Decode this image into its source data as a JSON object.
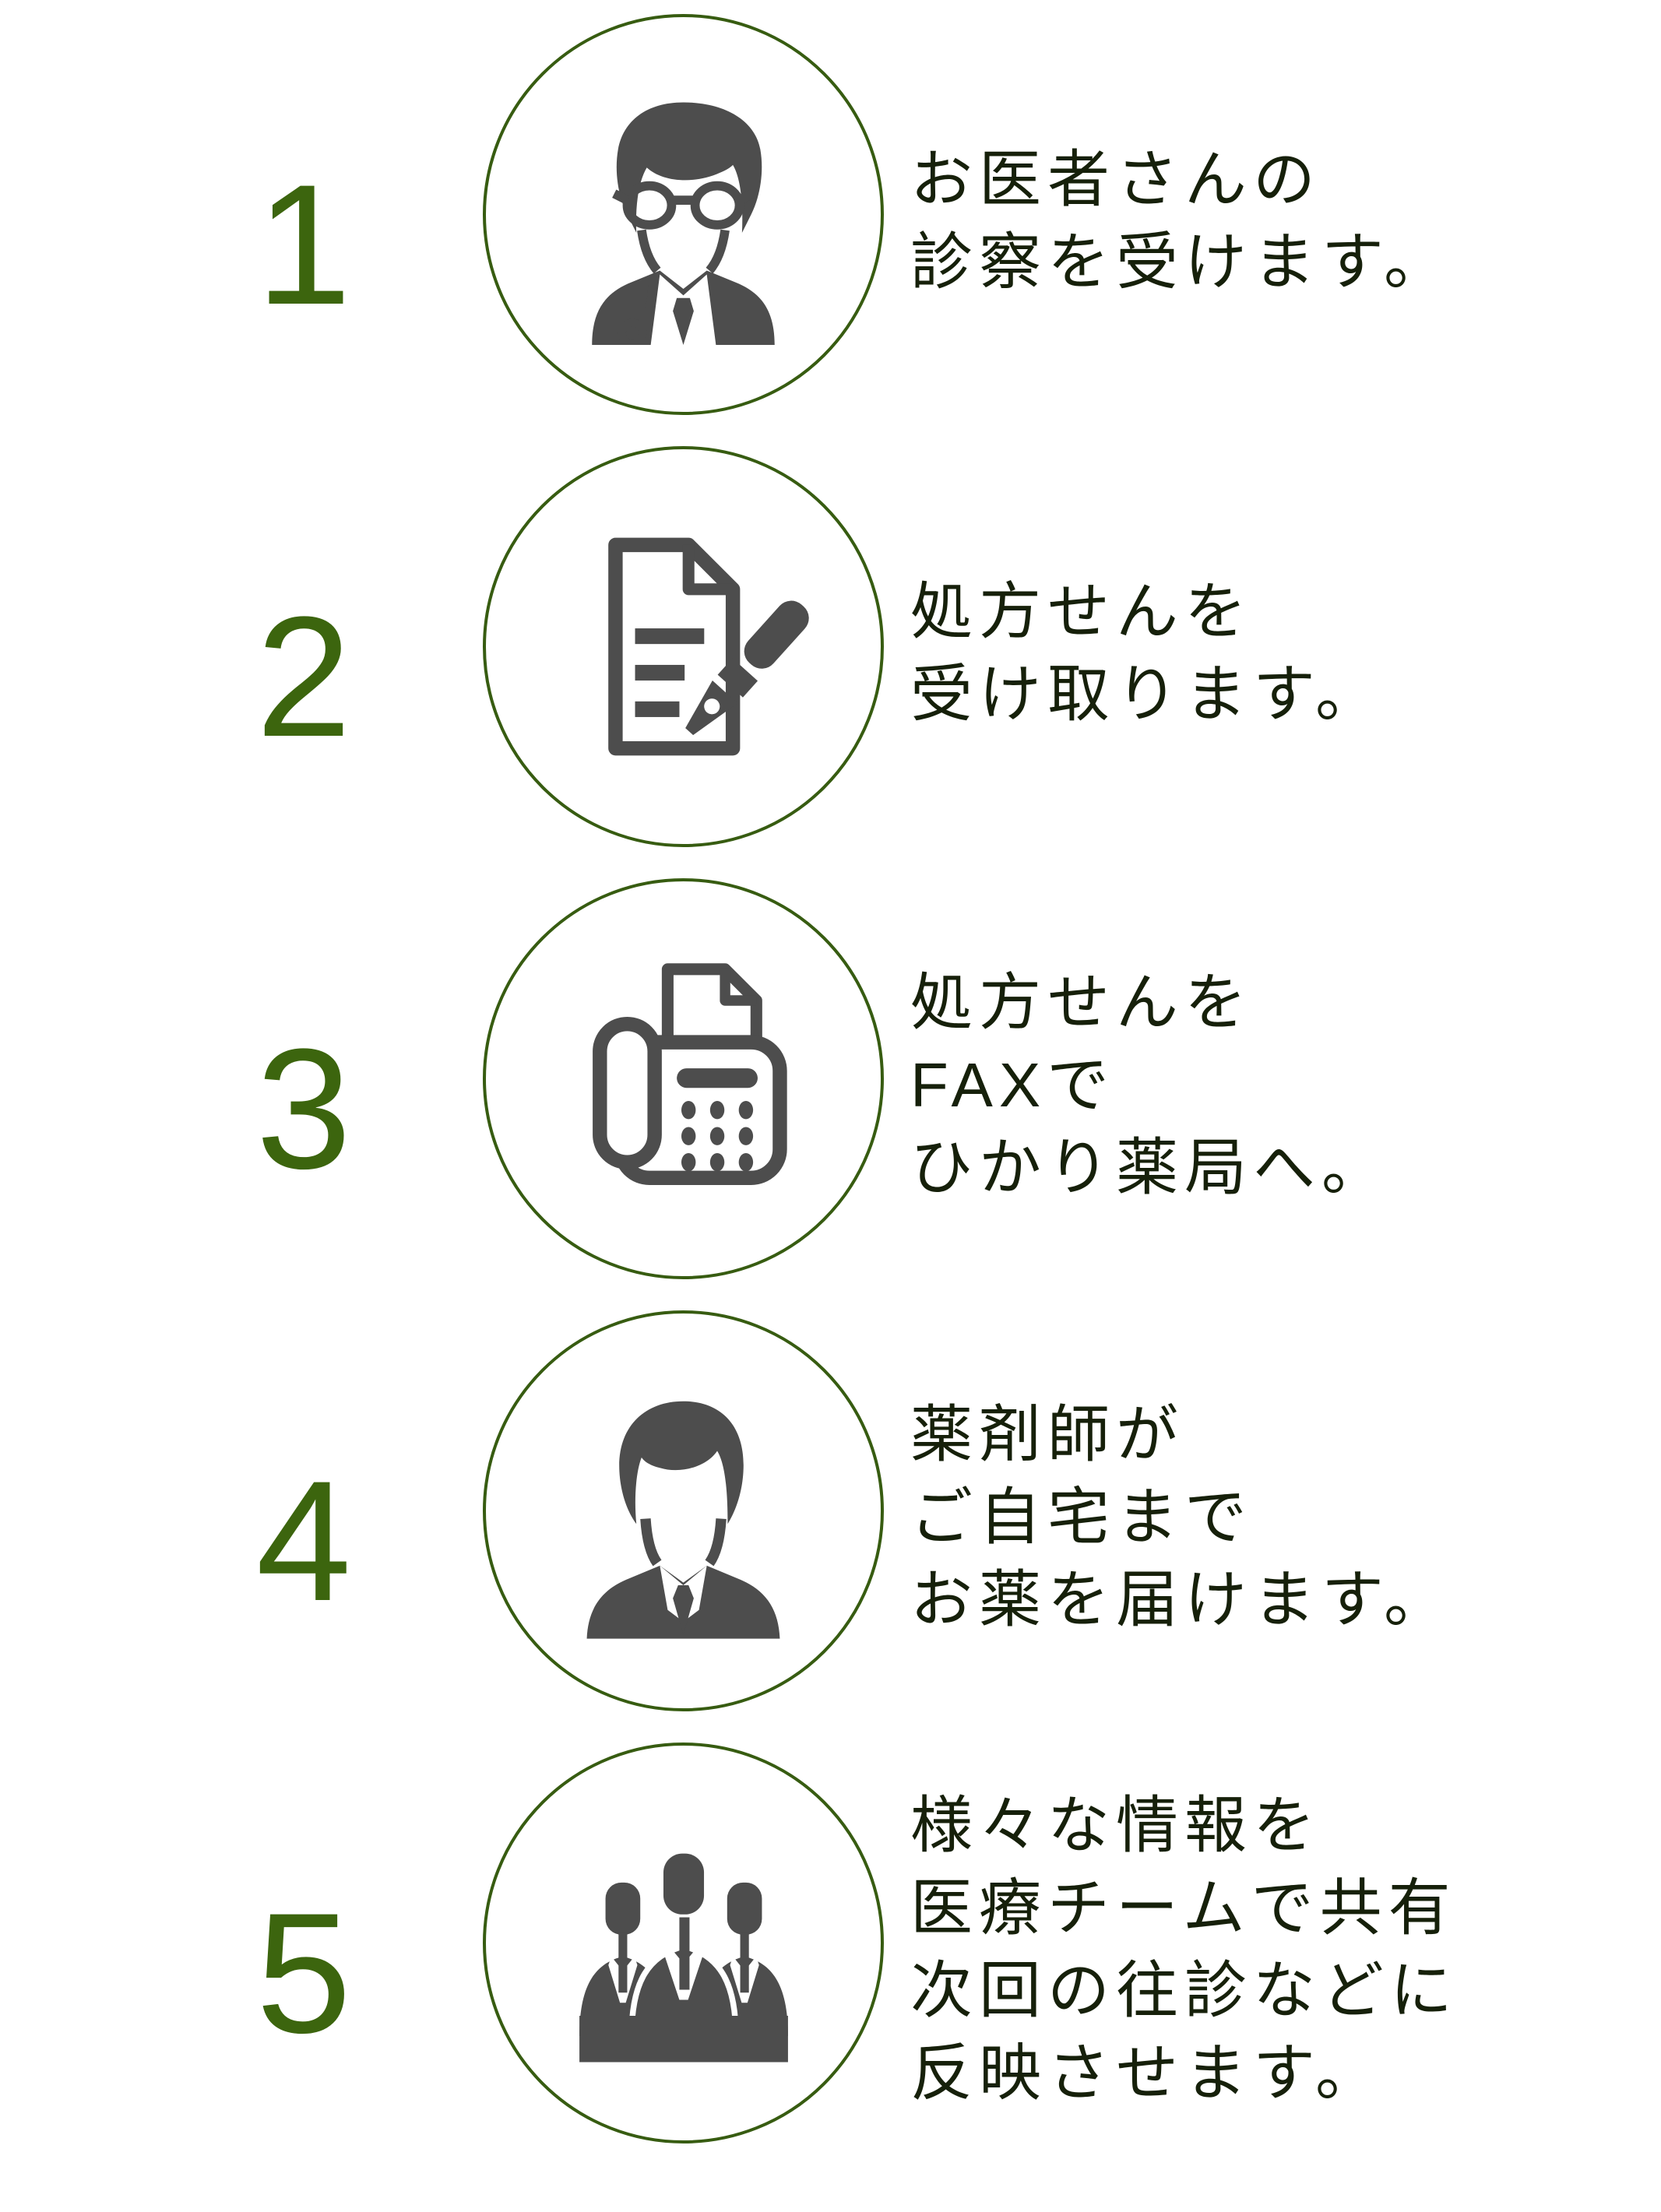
{
  "colors": {
    "number_green": "#3c650e",
    "circle_border_green": "#375c11",
    "icon_gray": "#4d4d4d",
    "text_dark": "#16200a",
    "background": "#ffffff"
  },
  "steps": [
    {
      "number": "1",
      "icon": "doctor-icon",
      "lines": [
        "お医者さんの",
        "診察を受けます。"
      ]
    },
    {
      "number": "2",
      "icon": "prescription-pen-icon",
      "lines": [
        "処方せんを",
        "受け取ります。"
      ]
    },
    {
      "number": "3",
      "icon": "fax-icon",
      "lines": [
        "処方せんを",
        "FAXで",
        "ひかり薬局へ。"
      ]
    },
    {
      "number": "4",
      "icon": "pharmacist-icon",
      "lines": [
        "薬剤師が",
        "ご自宅まで",
        "お薬を届けます。"
      ]
    },
    {
      "number": "5",
      "icon": "medical-team-icon",
      "lines": [
        "様々な情報を",
        "医療チームで共有",
        "次回の往診などに",
        "反映させます。"
      ]
    }
  ]
}
